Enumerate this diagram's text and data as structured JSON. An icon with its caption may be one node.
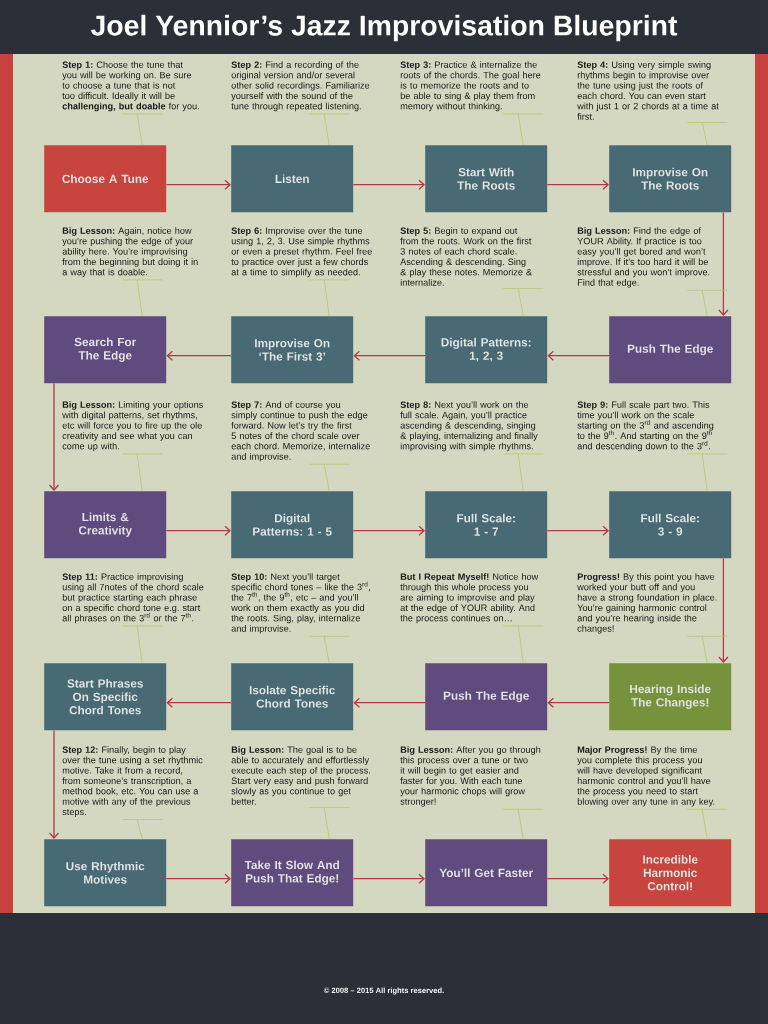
{
  "diagram": {
    "title": "Joel Yennior’s Jazz Improvisation Blueprint",
    "nodes": [
      {
        "text": [
          "**Step 1:** Choose the tune that you will be working on. Be sure to choose a tune that is not too difficult. Ideally it will be **challenging, but doable** for you."
        ]
      },
      {
        "text": [
          "Choose A Tune"
        ]
      },
      {
        "text": [
          "**Step 2:** Find a recording of the original version and/or several other solid recordings. Familiarize yourself with the sound of the tune through repeated listening."
        ]
      },
      {
        "text": [
          "Listen"
        ]
      },
      {
        "text": [
          "**Step 3:** Practice & internalize the roots of the chords. The goal here is to memorize the roots and to be able to sing & play them from memory without thinking."
        ]
      },
      {
        "text": [
          "Start With The Roots"
        ]
      },
      {
        "text": [
          "**Step 4:** Using very simple swing rhythms begin to improvise over the tune using just the roots of each chord. You can even start with just 1 or 2 chords at a time at first."
        ]
      },
      {
        "text": [
          "Improvise On The Roots"
        ]
      },
      {
        "text": [
          "**Big Lesson:** Again, notice how you’re pushing the edge of your ability here. You’re improvising from the beginning but doing it in a way that is doable."
        ]
      },
      {
        "text": [
          "Search For The Edge"
        ]
      },
      {
        "text": [
          "**Step 6:** Improvise over the tune using 1, 2, 3. Use simple rhythms or even a preset rhythm. Feel free to practice over just a few chords at a time to simplify as needed."
        ]
      },
      {
        "text": [
          "Improvise On ‘The First 3’"
        ]
      },
      {
        "text": [
          "**Step 5:** Begin to expand out from the roots. Work on the first 3 notes of each chord scale. Ascending & descending. Sing & play these notes. Memorize & internalize."
        ]
      },
      {
        "text": [
          "Digital Patterns: 1, 2, 3"
        ]
      },
      {
        "text": [
          "**Big Lesson:** Find the edge of YOUR Ability. If practice is too easy you’ll get bored and won’t improve. If it’s too hard it will be stressful and you won’t improve. Find that edge."
        ]
      },
      {
        "text": [
          "Push The Edge"
        ]
      },
      {
        "text": [
          "**Big Lesson:** Limiting your options with digital patterns, set rhythms, etc will force you to fire up the ole creativity and see what you can come up with."
        ]
      },
      {
        "text": [
          "Limits & Creativity"
        ]
      },
      {
        "text": [
          "**Step 7:** And of course you simply continue to push the edge forward. Now let’s try the first 5 notes of the chord scale over each chord. Memorize, internalize and improvise."
        ]
      },
      {
        "text": [
          "Digital Patterns: 1 - 5"
        ]
      },
      {
        "text": [
          "**Step 8:** Next you’ll work on the full scale. Again, you’ll practice ascending & descending, singing & playing, internalizing and finally improvising with simple rhythms."
        ]
      },
      {
        "text": [
          "Full Scale: 1 - 7"
        ]
      },
      {
        "text": [
          "**Step 9:** Full scale part two. This time you’ll work on the scale starting on the 3$^{rd}$ and ascending to the 9$^{th}$. And starting on the 9$^{th}$ and descending down to the 3$^{rd}$."
        ]
      },
      {
        "text": [
          "Full Scale: 3 - 9"
        ]
      },
      {
        "text": [
          "**Step 11:** Practice improvising using all 7notes of the chord scale but practice starting each phrase on a specific chord tone e.g. start all phrases on the 3$^{rd}$ or the 7$^{th}$."
        ]
      },
      {
        "text": [
          "Start Phrases On Specific Chord Tones"
        ]
      },
      {
        "text": [
          "**Step 10:** Next you’ll target specific chord tones – like the 3$^{rd}$, the 7$^{th}$, the 9$^{th}$, etc – and you’ll work on them exactly as you did the roots. Sing, play, internalize and improvise."
        ]
      },
      {
        "text": [
          "Isolate Specific Chord Tones"
        ]
      },
      {
        "text": [
          "**But I Repeat Myself!** Notice how through this whole process you are aiming to improvise and play at the edge of YOUR ability. And the process continues on…"
        ]
      },
      {
        "text": [
          "Push The Edge"
        ]
      },
      {
        "text": [
          "**Progress!** By this point you have worked your butt off and you have a strong foundation in place. You’re gaining harmonic control and you’re hearing inside the changes!"
        ]
      },
      {
        "text": [
          "Hearing Inside The Changes!"
        ]
      },
      {
        "text": [
          "**Step 12:** Finally, begin to play over the tune using a set rhythmic motive. Take it from a record, from someone’s transcription, a method book, etc. You can use a motive with any of the previous steps."
        ]
      },
      {
        "text": [
          "Use Rhythmic Motives"
        ]
      },
      {
        "text": [
          "**Big Lesson:** The goal is to be able to accurately and effortlessly execute each step of the process. Start very easy and push forward slowly as you continue to get better."
        ]
      },
      {
        "text": [
          "Take It Slow And Push That Edge!"
        ]
      },
      {
        "text": [
          "**Big Lesson:** After you go through this process over a tune or two it will begin to get easier and faster for you. With each tune your harmonic chops will grow stronger!"
        ]
      },
      {
        "text": [
          "You’ll Get Faster"
        ]
      },
      {
        "text": [
          "**Major Progress!** By the time you complete this process you will have developed significant harmonic control and you’ll have the process you need to start blowing over any tune in any key."
        ]
      },
      {
        "text": [
          "Incredible Harmonic Control!"
        ]
      }
    ],
    "edges": [
      {
        "from": 1,
        "to": 3,
        "arrow": "to",
        "color": "#b23846"
      },
      {
        "from": 3,
        "to": 5,
        "arrow": "to",
        "color": "#b23846"
      },
      {
        "from": 5,
        "to": 7,
        "arrow": "to",
        "color": "#b23846"
      },
      {
        "from": 7,
        "to": 15,
        "arrow": "to",
        "color": "#b23846"
      },
      {
        "from": 15,
        "to": 13,
        "arrow": "to",
        "color": "#b23846"
      },
      {
        "from": 13,
        "to": 11,
        "arrow": "to",
        "color": "#b23846"
      },
      {
        "from": 11,
        "to": 9,
        "arrow": "to",
        "color": "#b23846"
      },
      {
        "from": 9,
        "to": 17,
        "arrow": "to",
        "color": "#b23846"
      },
      {
        "from": 17,
        "to": 19,
        "arrow": "to",
        "color": "#b23846"
      },
      {
        "from": 19,
        "to": 21,
        "arrow": "to",
        "color": "#b23846"
      },
      {
        "from": 21,
        "to": 23,
        "arrow": "to",
        "color": "#b23846"
      },
      {
        "from": 23,
        "to": 31,
        "arrow": "to",
        "color": "#b23846"
      },
      {
        "from": 31,
        "to": 29,
        "arrow": "to",
        "color": "#b23846"
      },
      {
        "from": 29,
        "to": 27,
        "arrow": "to",
        "color": "#b23846"
      },
      {
        "from": 27,
        "to": 25,
        "arrow": "to",
        "color": "#b23846"
      },
      {
        "from": 25,
        "to": 33,
        "arrow": "to",
        "color": "#b23846"
      },
      {
        "from": 33,
        "to": 35,
        "arrow": "to",
        "color": "#b23846"
      },
      {
        "from": 35,
        "to": 37,
        "arrow": "to",
        "color": "#b23846"
      },
      {
        "from": 37,
        "to": 39,
        "arrow": "to",
        "color": "#b23846"
      },
      {
        "from": 0,
        "to": 1,
        "arrow": "none"
      },
      {
        "from": 2,
        "to": 3,
        "arrow": "none"
      },
      {
        "from": 4,
        "to": 5,
        "arrow": "none"
      },
      {
        "from": 6,
        "to": 7,
        "arrow": "none"
      },
      {
        "from": 8,
        "to": 9,
        "arrow": "none"
      },
      {
        "from": 10,
        "to": 11,
        "arrow": "none"
      },
      {
        "from": 12,
        "to": 13,
        "arrow": "none"
      },
      {
        "from": 14,
        "to": 15,
        "arrow": "none"
      },
      {
        "from": 16,
        "to": 17,
        "arrow": "none"
      },
      {
        "from": 18,
        "to": 19,
        "arrow": "none"
      },
      {
        "from": 20,
        "to": 21,
        "arrow": "none"
      },
      {
        "from": 22,
        "to": 23,
        "arrow": "none"
      },
      {
        "from": 24,
        "to": 25,
        "arrow": "none"
      },
      {
        "from": 26,
        "to": 27,
        "arrow": "none"
      },
      {
        "from": 28,
        "to": 29,
        "arrow": "none"
      },
      {
        "from": 30,
        "to": 31,
        "arrow": "none"
      },
      {
        "from": 32,
        "to": 33,
        "arrow": "none"
      },
      {
        "from": 34,
        "to": 35,
        "arrow": "none"
      },
      {
        "from": 36,
        "to": 37,
        "arrow": "none"
      },
      {
        "from": 38,
        "to": 39,
        "arrow": "none"
      }
    ],
    "labels": [
      "© 2008 – 2015 All rights reserved."
    ]
  }
}
